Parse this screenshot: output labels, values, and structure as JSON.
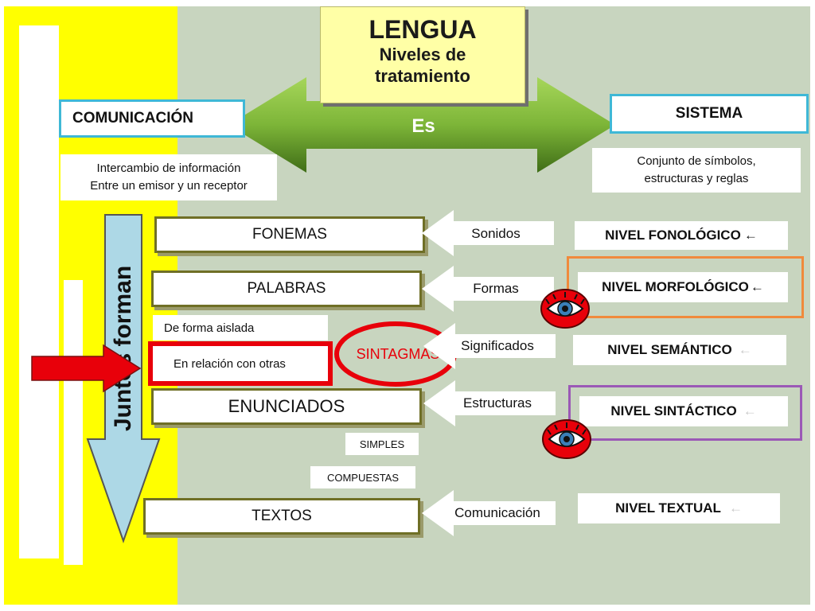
{
  "title": {
    "main": "LENGUA",
    "sub1": "Niveles de",
    "sub2": "tratamiento"
  },
  "top": {
    "left_label": "COMUNICACIÓN",
    "left_note1": "Intercambio de información",
    "left_note2": "Entre un emisor y un receptor",
    "connector": "Es",
    "right_label": "SISTEMA",
    "right_note1": "Conjunto de símbolos,",
    "right_note2": "estructuras y reglas"
  },
  "vertical_label": "Juntos forman",
  "units": {
    "fonemas": "FONEMAS",
    "palabras": "PALABRAS",
    "aislada": "De forma aislada",
    "relacion": "En relación con otras",
    "enunciados": "ENUNCIADOS",
    "simples": "SIMPLES",
    "compuestas": "COMPUESTAS",
    "textos": "TEXTOS"
  },
  "sintagmas": "SINTAGMAS",
  "arrows": {
    "sonidos": "Sonidos",
    "formas": "Formas",
    "significados": "Significados",
    "estructuras": "Estructuras",
    "comunicacion": "Comunicación"
  },
  "niveles": {
    "fonologico": "NIVEL FONOLÓGICO",
    "morfologico": "NIVEL MORFOLÓGICO",
    "semantico": "NIVEL SEMÁNTICO",
    "sintactico": "NIVEL SINTÁCTICO",
    "textual": "NIVEL TEXTUAL"
  },
  "icons": {
    "eye": "eye-icon",
    "pointer": "red-arrow-icon"
  },
  "colors": {
    "yellow": "#ffff00",
    "green": "#8cc63f",
    "red": "#e8000a",
    "orange": "#f08a3c",
    "purple": "#9b59b6",
    "cyan": "#3fb8d6"
  }
}
